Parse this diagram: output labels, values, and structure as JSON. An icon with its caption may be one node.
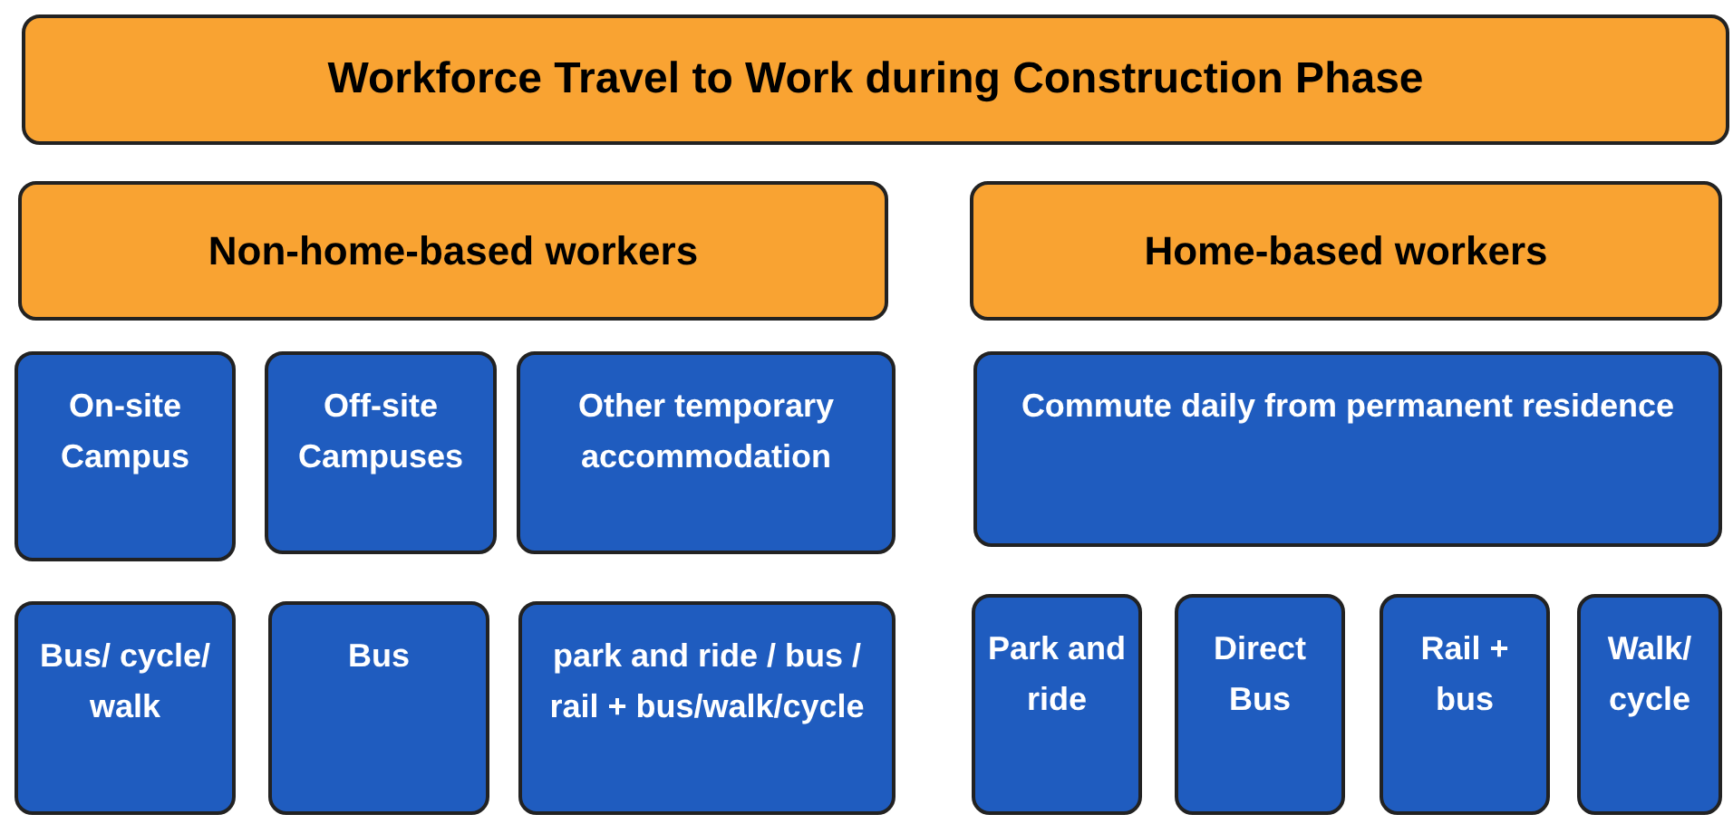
{
  "diagram": {
    "nodes": [
      {
        "text": [
          "Workforce Travel to Work during Construction Phase"
        ]
      },
      {
        "text": [
          "Non-home-based workers"
        ]
      },
      {
        "text": [
          "Home-based workers"
        ]
      },
      {
        "text": [
          "On-site Campus"
        ]
      },
      {
        "text": [
          "Off-site Campuses"
        ]
      },
      {
        "text": [
          "Other temporary accommodation"
        ]
      },
      {
        "text": [
          "Commute daily from permanent residence"
        ]
      },
      {
        "text": [
          "Bus/ cycle/ walk"
        ]
      },
      {
        "text": [
          "Bus"
        ]
      },
      {
        "text": [
          "park and ride / bus / rail + bus/walk/cycle"
        ]
      },
      {
        "text": [
          "Park and ride"
        ]
      },
      {
        "text": [
          "Direct Bus"
        ]
      },
      {
        "text": [
          "Rail + bus"
        ]
      },
      {
        "text": [
          "Walk/ cycle"
        ]
      }
    ]
  }
}
